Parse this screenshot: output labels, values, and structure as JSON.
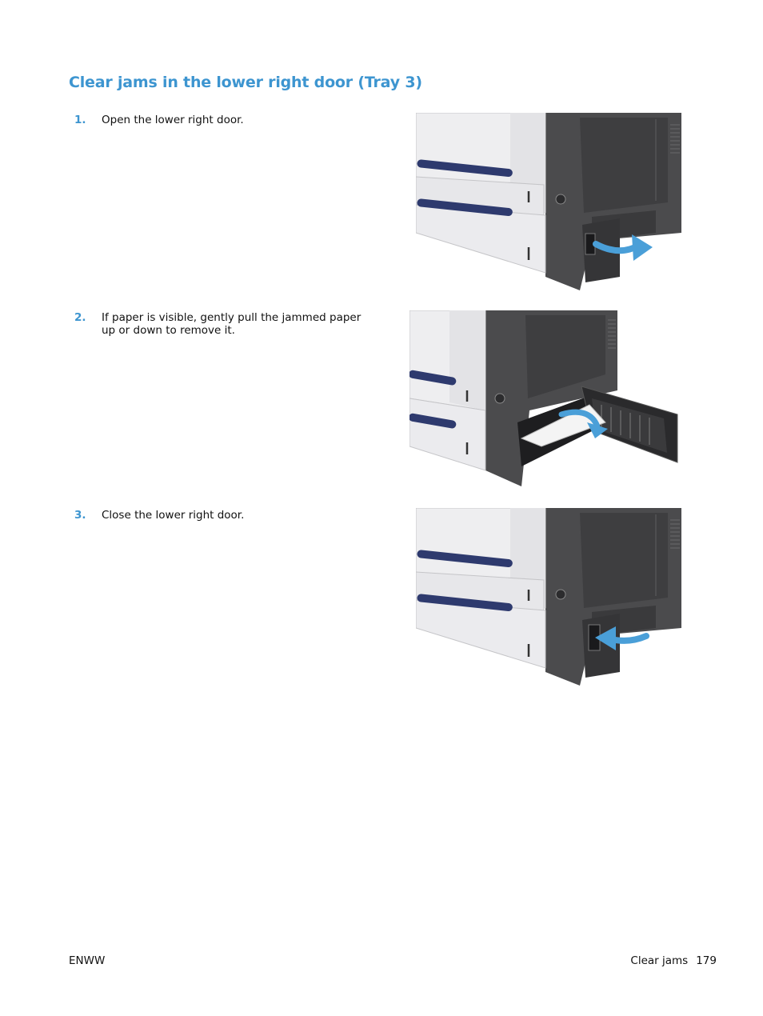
{
  "page": {
    "title": "Clear jams in the lower right door (Tray 3)"
  },
  "steps": [
    {
      "number": "1.",
      "text": "Open the lower right door."
    },
    {
      "number": "2.",
      "text": "If paper is visible, gently pull the jammed paper up or down to remove it."
    },
    {
      "number": "3.",
      "text": "Close the lower right door."
    }
  ],
  "footer": {
    "left": "ENWW",
    "section": "Clear jams",
    "page_number": "179"
  },
  "colors": {
    "accent": "#3d95d0",
    "printer_body": "#4a4a4c",
    "tray_handle": "#2e3a6e",
    "arrow": "#4a9fd8"
  },
  "icons": [
    "printer-open-door-illustration",
    "printer-paper-jam-illustration",
    "printer-close-door-illustration"
  ]
}
